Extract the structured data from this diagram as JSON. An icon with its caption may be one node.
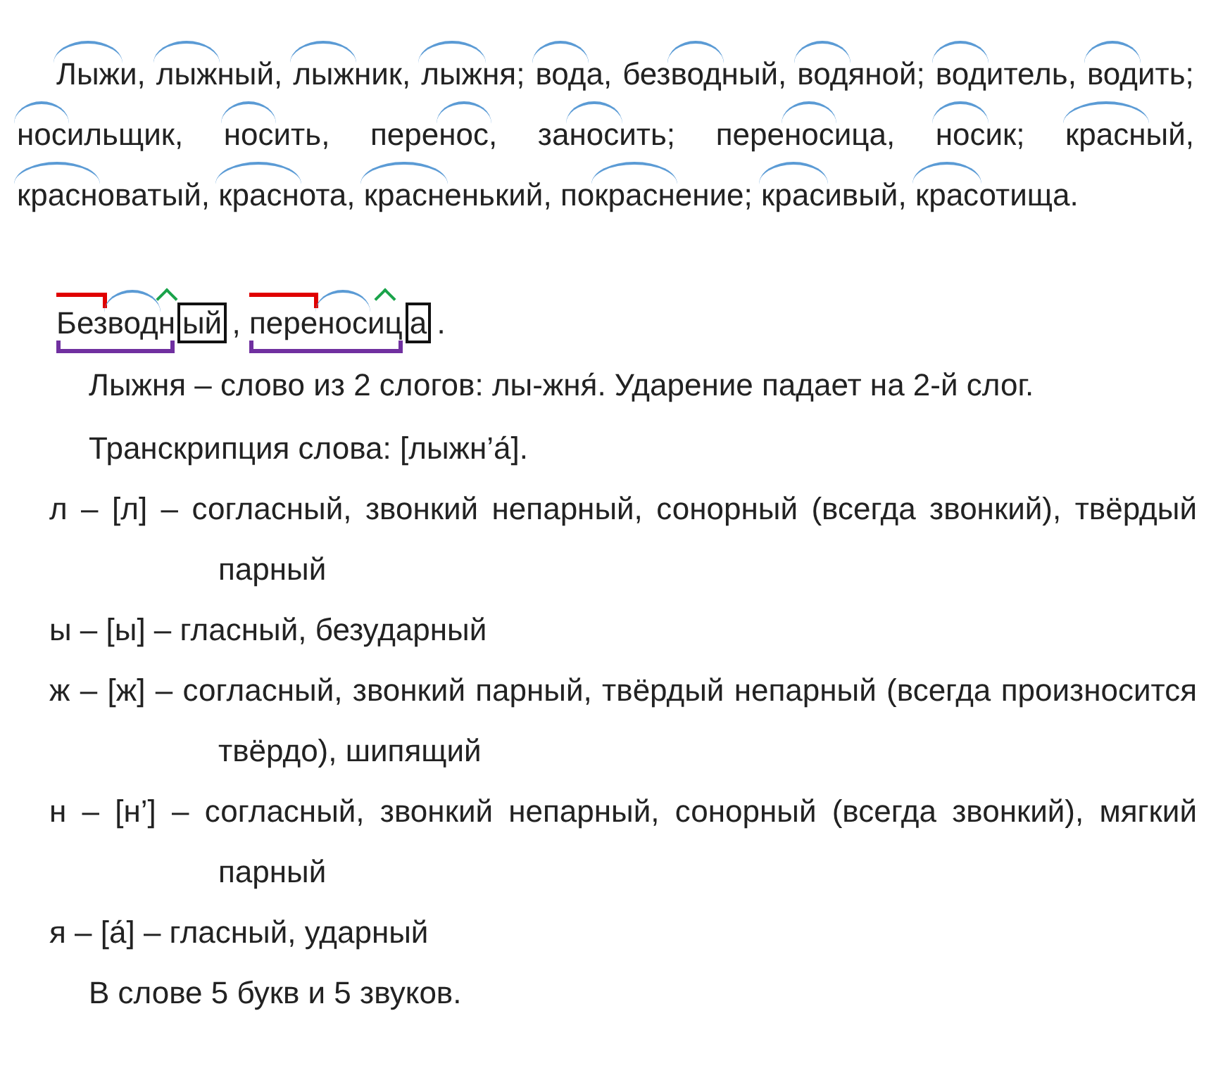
{
  "diagram": {
    "labels": [
      "Лыжи,",
      "лыжный,",
      "лыжник,",
      "лыжня;",
      "вода,",
      "безводный,",
      "водяной;",
      "водитель,",
      "водить;",
      "носильщик,",
      "носить,",
      "перенос,",
      "заносить;",
      "переносица,",
      "носик;",
      "красный,",
      "красноватый,",
      "краснота,",
      "красненький,",
      "покраснение;",
      "красивый,",
      "красотища.",
      "Безводный",
      ",",
      "переносица",
      ".",
      "Лыжня – слово из 2 слогов: лы-жня́. Ударение падает на 2-й слог.",
      "Транскрипция слова: [лыжн’а́].",
      "л – [л] – согласный, звонкий непарный, сонорный (всегда звонкий), твёрдый парный",
      "ы – [ы] – гласный, безударный",
      "ж – [ж] – согласный, звонкий парный, твёрдый непарный (всегда произносится твёрдо), шипящий",
      "н – [н’] – согласный, звонкий непарный, сонорный (всегда звонкий), мягкий парный",
      "я – [а́] – гласный, ударный",
      "В слове 5 букв и 5 звуков."
    ]
  }
}
